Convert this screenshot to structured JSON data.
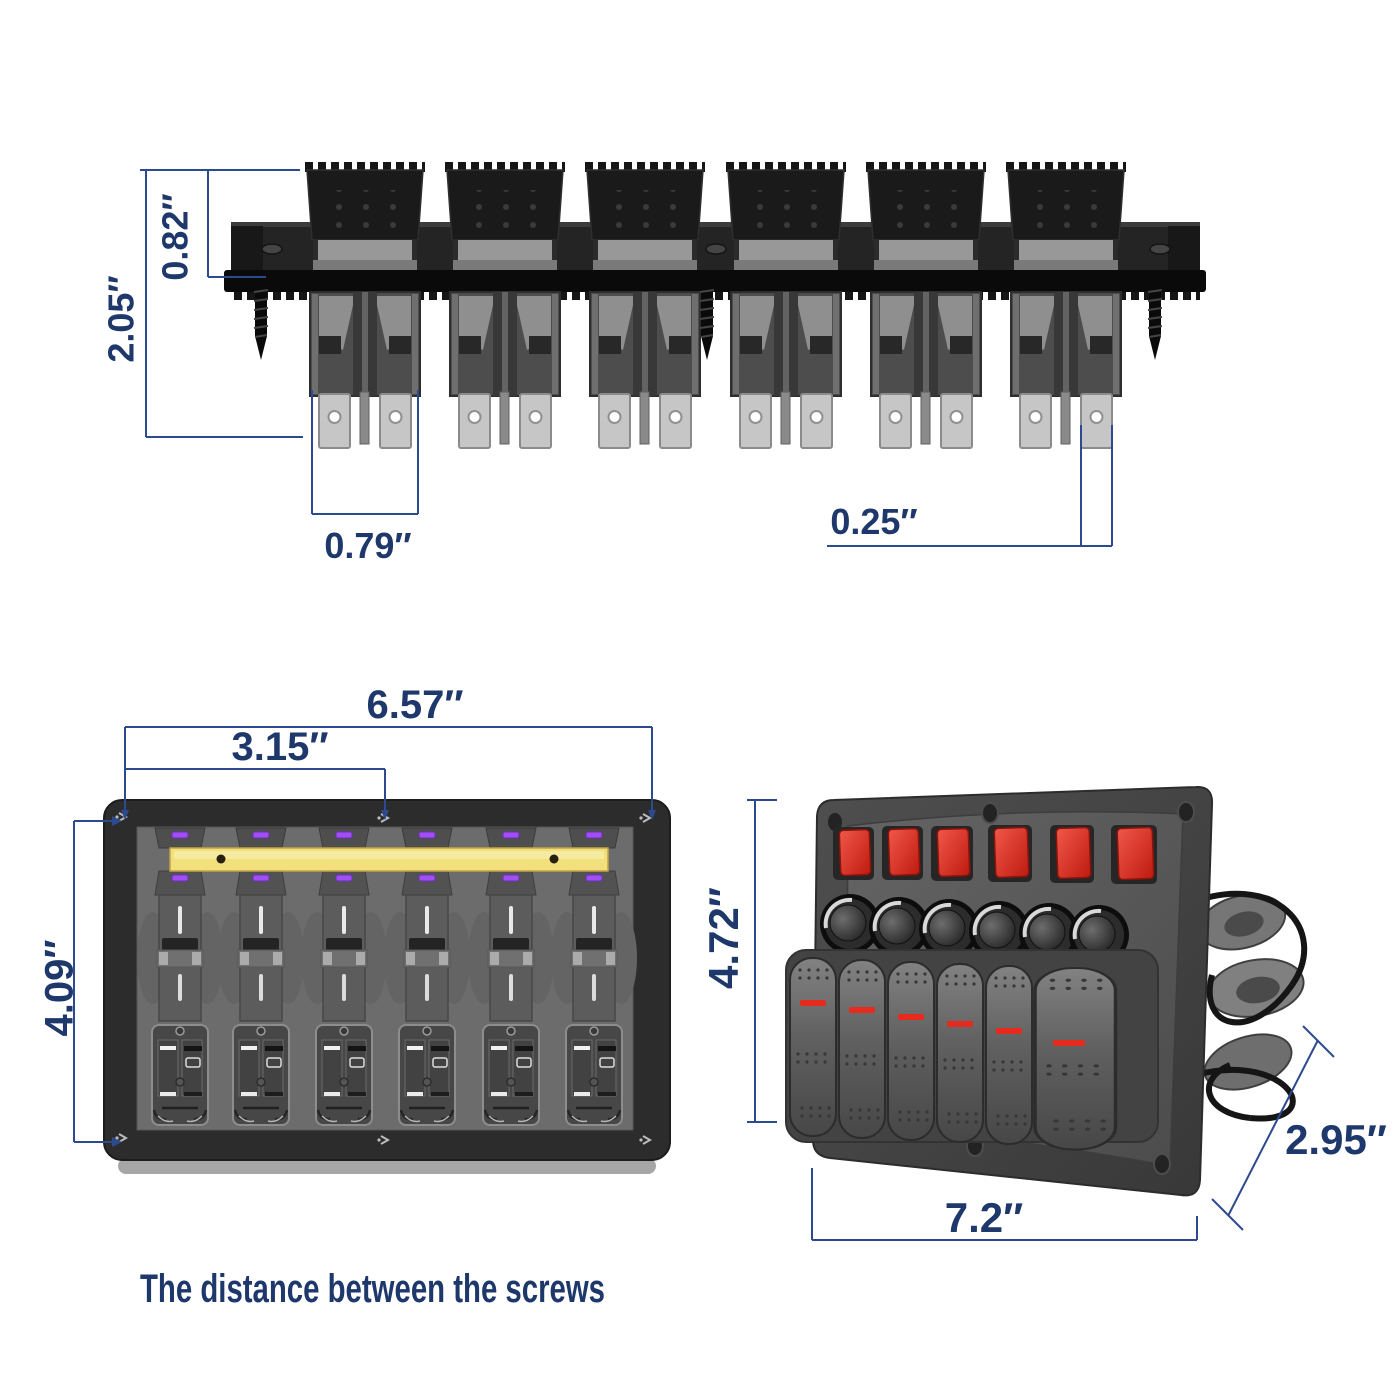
{
  "page": {
    "background": "#ffffff"
  },
  "colors": {
    "label_navy": "#1e386b",
    "dim_line": "#2e4a8f",
    "red_light": "#d5281c",
    "purple_led": "#a14ef2",
    "bus_bar_yellow": "#f1e07c"
  },
  "top_view": {
    "plate_height": "0.82″",
    "total_height": "2.05″",
    "terminal_gap": "0.79″",
    "terminal_width": "0.25″"
  },
  "back_view": {
    "total_width": "6.57″",
    "half_width": "3.15″",
    "height": "4.09″",
    "caption": "The distance between the screws"
  },
  "iso_view": {
    "height": "4.72″",
    "width": "7.2″",
    "depth": "2.95″"
  }
}
